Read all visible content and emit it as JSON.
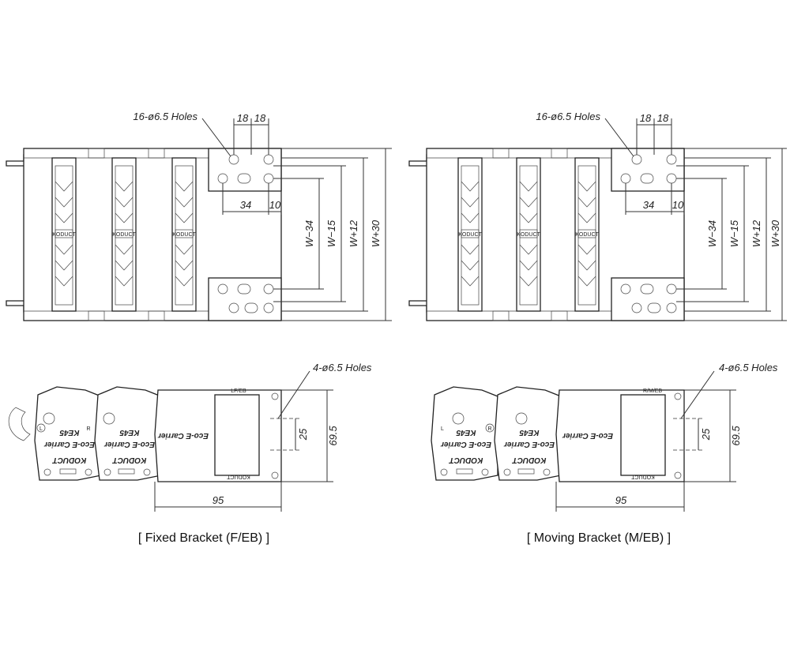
{
  "fixed": {
    "caption": "[ Fixed Bracket (F/EB) ]",
    "holes_top": "16-ø6.5 Holes",
    "holes_bottom": "4-ø6.5 Holes",
    "dim_18a": "18",
    "dim_18b": "18",
    "dim_34": "34",
    "dim_10": "10",
    "dim_w34": "W−34",
    "dim_w15": "W−15",
    "dim_w12": "W+12",
    "dim_w30": "W+30",
    "dim_25": "25",
    "dim_695": "69.5",
    "dim_95": "95",
    "bracket_code": "LF/EB",
    "brand": "KODUCT",
    "model_text": "KE45",
    "product_text": "Eco-E Carrier",
    "mark_l": "L",
    "mark_r": "R"
  },
  "moving": {
    "caption": "[ Moving Bracket (M/EB) ]",
    "holes_top": "16-ø6.5 Holes",
    "holes_bottom": "4-ø6.5 Holes",
    "dim_18a": "18",
    "dim_18b": "18",
    "dim_34": "34",
    "dim_10": "10",
    "dim_w34": "W−34",
    "dim_w15": "W−15",
    "dim_w12": "W+12",
    "dim_w30": "W+30",
    "dim_25": "25",
    "dim_695": "69.5",
    "dim_95": "95",
    "bracket_code": "R/M/EB",
    "brand": "KODUCT",
    "model_text": "KE45",
    "product_text": "Eco-E Carrier",
    "mark_l": "L",
    "mark_r": "R"
  }
}
